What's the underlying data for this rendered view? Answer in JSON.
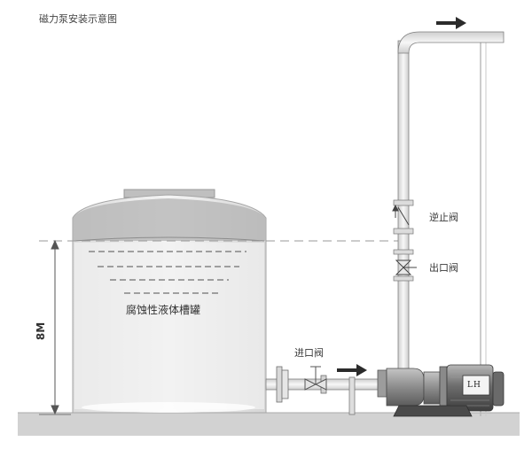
{
  "title": "磁力泵安装示意图",
  "labels": {
    "tank": "腐蚀性液体槽罐",
    "check_valve": "逆止阀",
    "outlet_valve": "出口阀",
    "inlet_valve": "进口阀",
    "height": "8M",
    "pump_brand": "LH"
  },
  "colors": {
    "pipe": "#e9e9e9",
    "pipe_stroke": "#7d7d7d",
    "tank_fill": "#eeeeee",
    "ground": "#cfcfcf",
    "pump": "#8a8a8a",
    "arrow": "#2b2b2b"
  },
  "icons": [
    "flow-arrow-icon",
    "check-valve-icon",
    "gate-valve-icon",
    "dimension-arrow-icon"
  ]
}
